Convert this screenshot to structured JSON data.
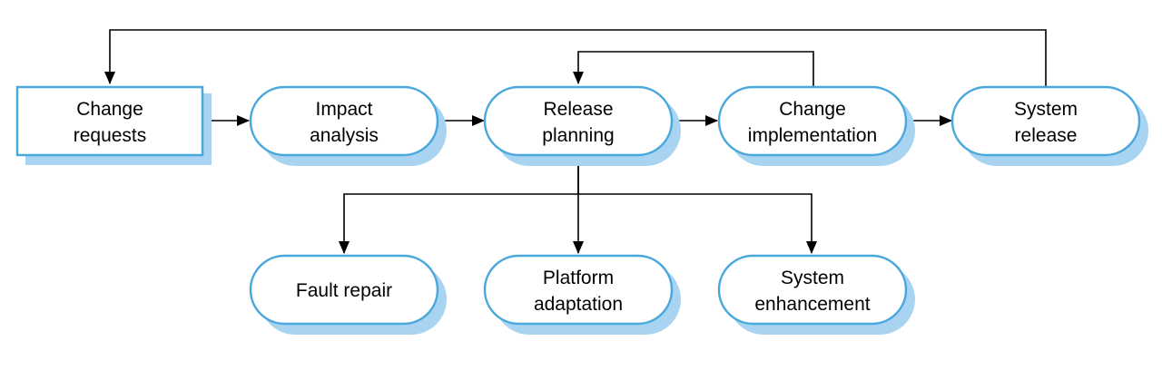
{
  "colors": {
    "border": "#4aa8dc",
    "shadow": "#a8d4f2",
    "fill": "#ffffff",
    "line": "#000000"
  },
  "nodes": {
    "change_requests": {
      "line1": "Change",
      "line2": "requests"
    },
    "impact_analysis": {
      "line1": "Impact",
      "line2": "analysis"
    },
    "release_planning": {
      "line1": "Release",
      "line2": "planning"
    },
    "change_implementation": {
      "line1": "Change",
      "line2": "implementation"
    },
    "system_release": {
      "line1": "System",
      "line2": "release"
    },
    "fault_repair": {
      "line1": "Fault repair"
    },
    "platform_adaptation": {
      "line1": "Platform",
      "line2": "adaptation"
    },
    "system_enhancement": {
      "line1": "System",
      "line2": "enhancement"
    }
  }
}
